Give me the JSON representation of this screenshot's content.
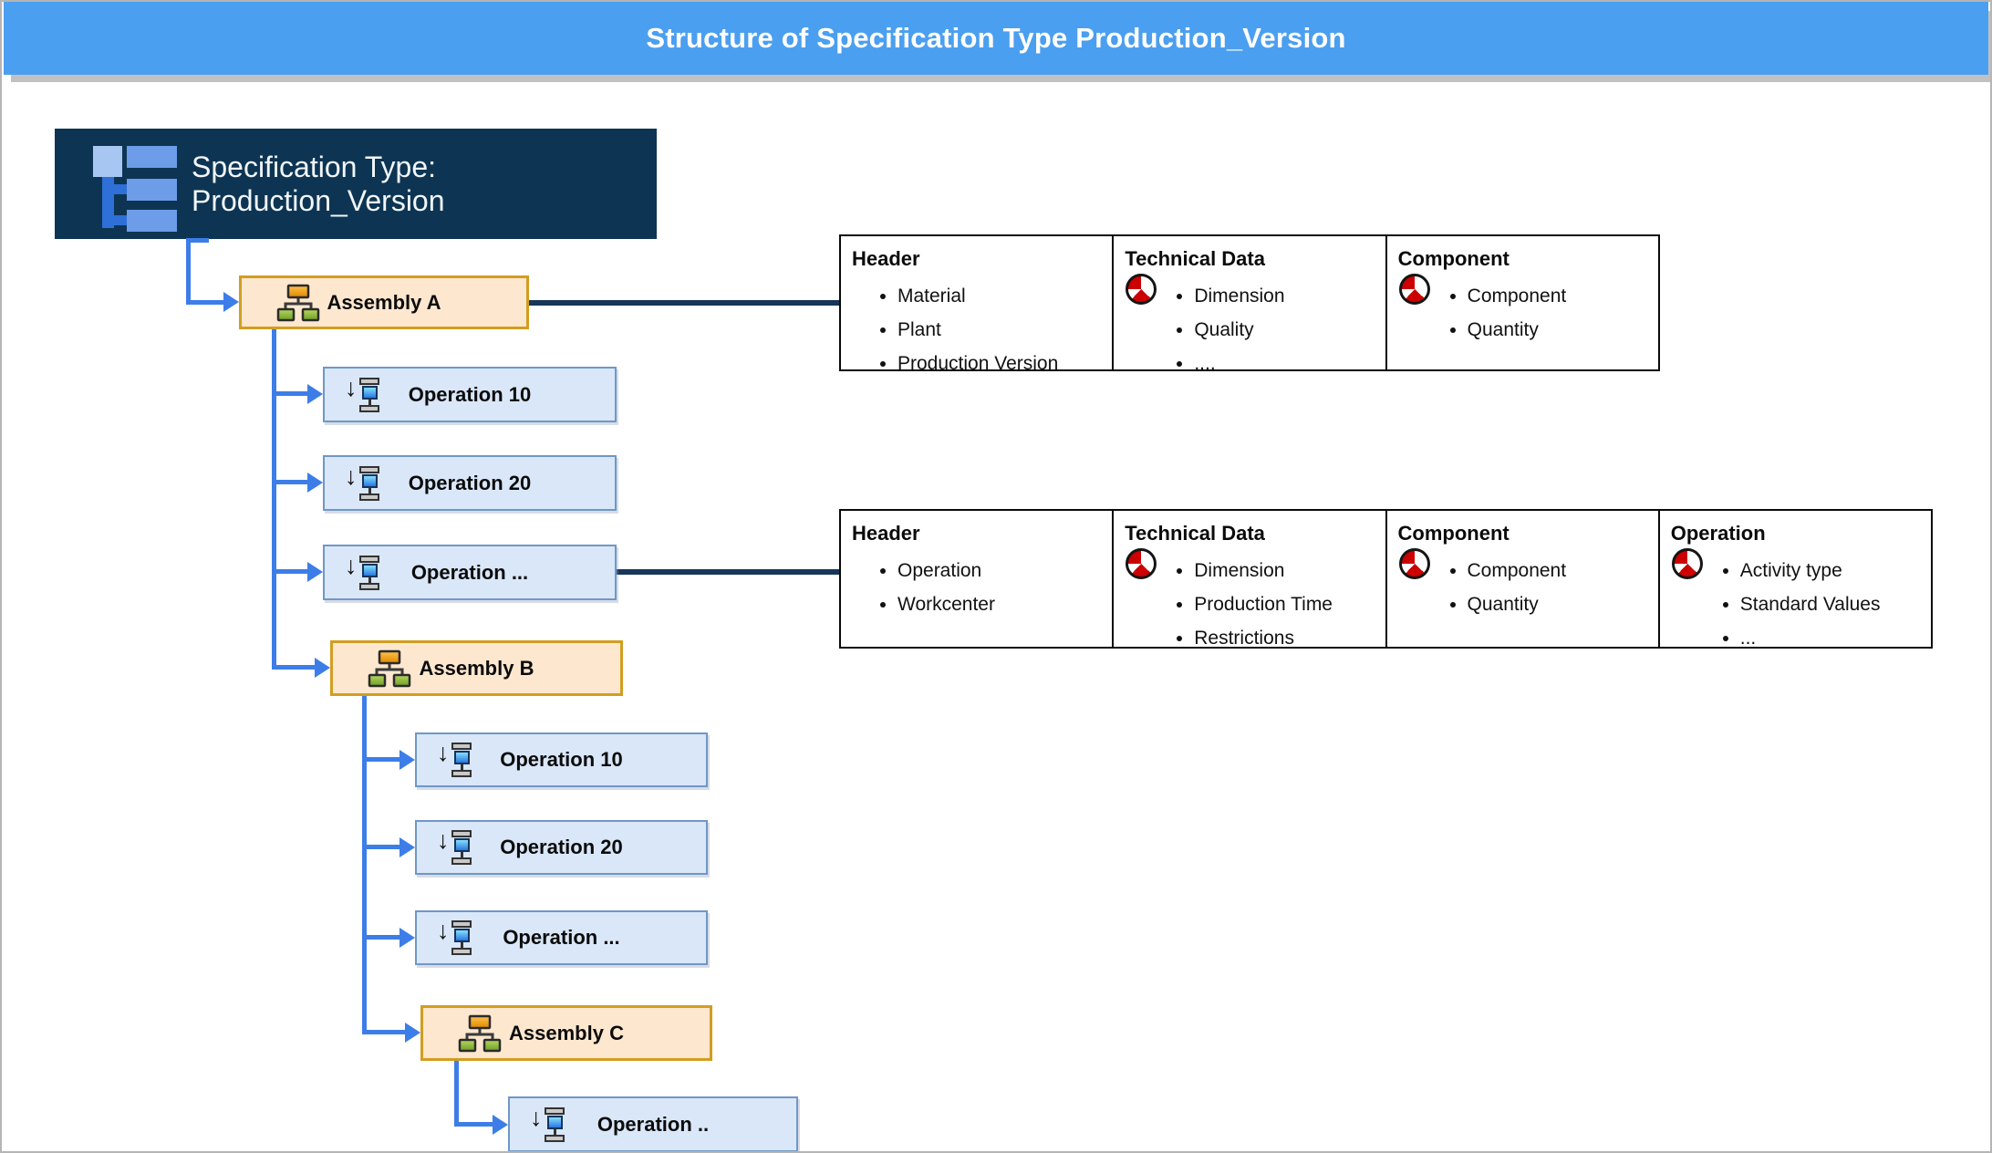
{
  "title": "Structure of Specification Type Production_Version",
  "root": {
    "label": "Specification Type: Production_Version"
  },
  "tree": {
    "assembly_a": "Assembly A",
    "a_op10": "Operation 10",
    "a_op20": "Operation 20",
    "a_opdots": "Operation ...",
    "assembly_b": "Assembly B",
    "b_op10": "Operation 10",
    "b_op20": "Operation 20",
    "b_opdots": "Operation ...",
    "assembly_c": "Assembly C",
    "c_opdots": "Operation .."
  },
  "tables": [
    {
      "cells": [
        {
          "title": "Header",
          "icon": "none",
          "items": [
            "Material",
            "Plant",
            "Production Version"
          ]
        },
        {
          "title": "Technical Data",
          "icon": "status-pie",
          "items": [
            "Dimension",
            "Quality",
            "...."
          ]
        },
        {
          "title": "Component",
          "icon": "status-pie",
          "items": [
            "Component",
            "Quantity"
          ]
        }
      ]
    },
    {
      "cells": [
        {
          "title": "Header",
          "icon": "none",
          "items": [
            "Operation",
            "Workcenter"
          ]
        },
        {
          "title": "Technical Data",
          "icon": "status-pie",
          "items": [
            "Dimension",
            "Production Time",
            "Restrictions"
          ]
        },
        {
          "title": "Component",
          "icon": "status-pie",
          "items": [
            "Component",
            "Quantity"
          ]
        },
        {
          "title": "Operation",
          "icon": "status-pie",
          "items": [
            "Activity type",
            "Standard Values",
            "..."
          ]
        }
      ]
    }
  ],
  "icons": {
    "down_arrow": "↓"
  },
  "colors": {
    "titlebar_blue": "#4b9ff0",
    "navy_box": "#0d3553",
    "assembly_fill": "#fde7cf",
    "assembly_border": "#d29d20",
    "operation_fill": "#d9e7f8",
    "operation_border": "#6f97c8",
    "connector_blue": "#3d7de8",
    "connector_dark": "#17365a",
    "pie_red": "#cc0000"
  }
}
